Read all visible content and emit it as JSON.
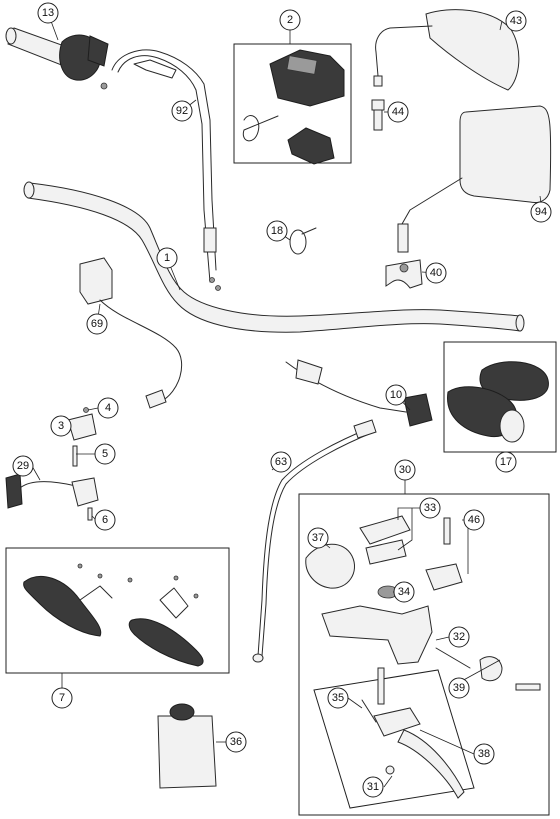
{
  "callouts": {
    "c1": "1",
    "c2": "2",
    "c3": "3",
    "c4": "4",
    "c5": "5",
    "c6": "6",
    "c7": "7",
    "c10": "10",
    "c13": "13",
    "c17": "17",
    "c18": "18",
    "c29": "29",
    "c30": "30",
    "c31": "31",
    "c32": "32",
    "c33": "33",
    "c34": "34",
    "c35": "35",
    "c36": "36",
    "c37": "37",
    "c38": "38",
    "c39": "39",
    "c40": "40",
    "c43": "43",
    "c44": "44",
    "c46": "46",
    "c63": "63",
    "c69": "69",
    "c92": "92",
    "c94": "94"
  },
  "colors": {
    "line": "#2a2a2a",
    "part_fill": "#f2f2f2",
    "dark": "#3a3a3a",
    "background": "#ffffff"
  }
}
